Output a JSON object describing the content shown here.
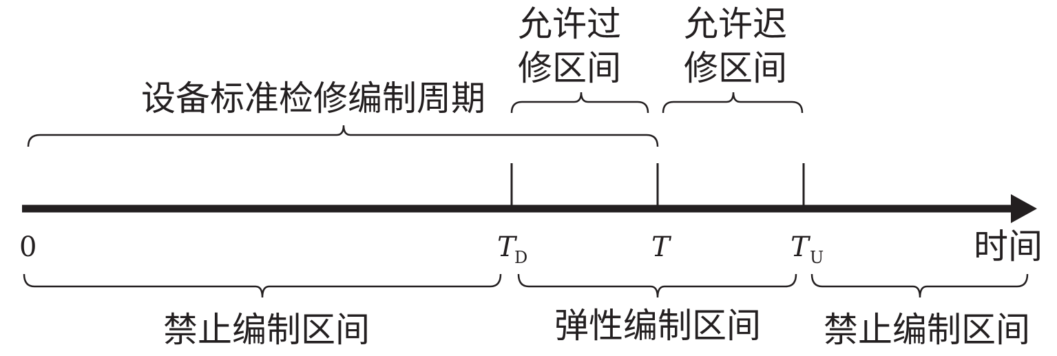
{
  "diagram": {
    "top_labels": {
      "standard_cycle": "设备标准检修编制周期",
      "early_window_line1": "允许过",
      "early_window_line2": "修区间",
      "late_window_line1": "允许迟",
      "late_window_line2": "修区间"
    },
    "axis": {
      "origin": "0",
      "td_main": "T",
      "td_sub": "D",
      "t_main": "T",
      "tu_main": "T",
      "tu_sub": "U",
      "axis_label": "时间"
    },
    "bottom_labels": {
      "forbidden_left": "禁止编制区间",
      "flexible": "弹性编制区间",
      "forbidden_right": "禁止编制区间"
    },
    "colors": {
      "ink": "#231f20"
    }
  }
}
